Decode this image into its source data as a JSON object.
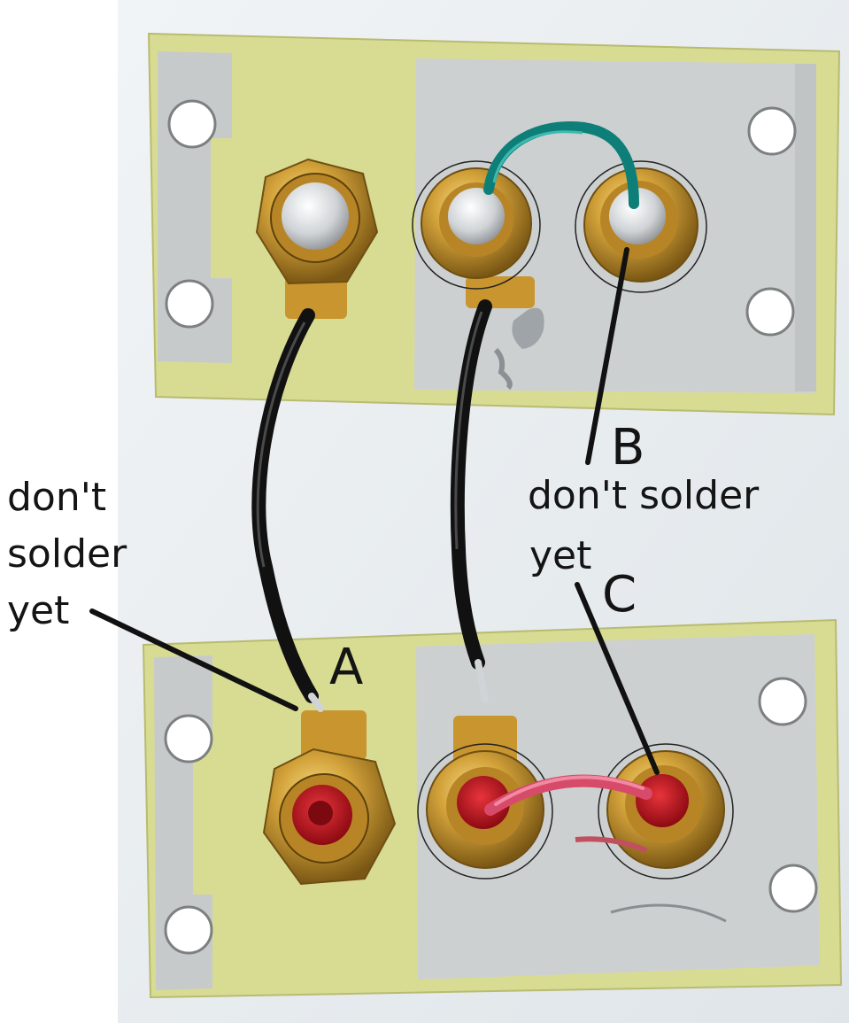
{
  "annotations": {
    "left_note": {
      "line1": "don't",
      "line2": "solder",
      "line3": "yet"
    },
    "right_note": {
      "line1": "don't solder",
      "line2": "yet"
    },
    "letters": {
      "a": "A",
      "b": "B",
      "c": "C"
    }
  },
  "colors": {
    "photo_background": "#e9eef1",
    "pcb_green": "#d9de8f",
    "copper_plane": "#c9cdcf",
    "gold_jack": "#c99a2e",
    "red_insulator": "#c8141e",
    "black_wire": "#111111",
    "teal_wire": "#0e7f78",
    "red_wire": "#d84a6a"
  }
}
